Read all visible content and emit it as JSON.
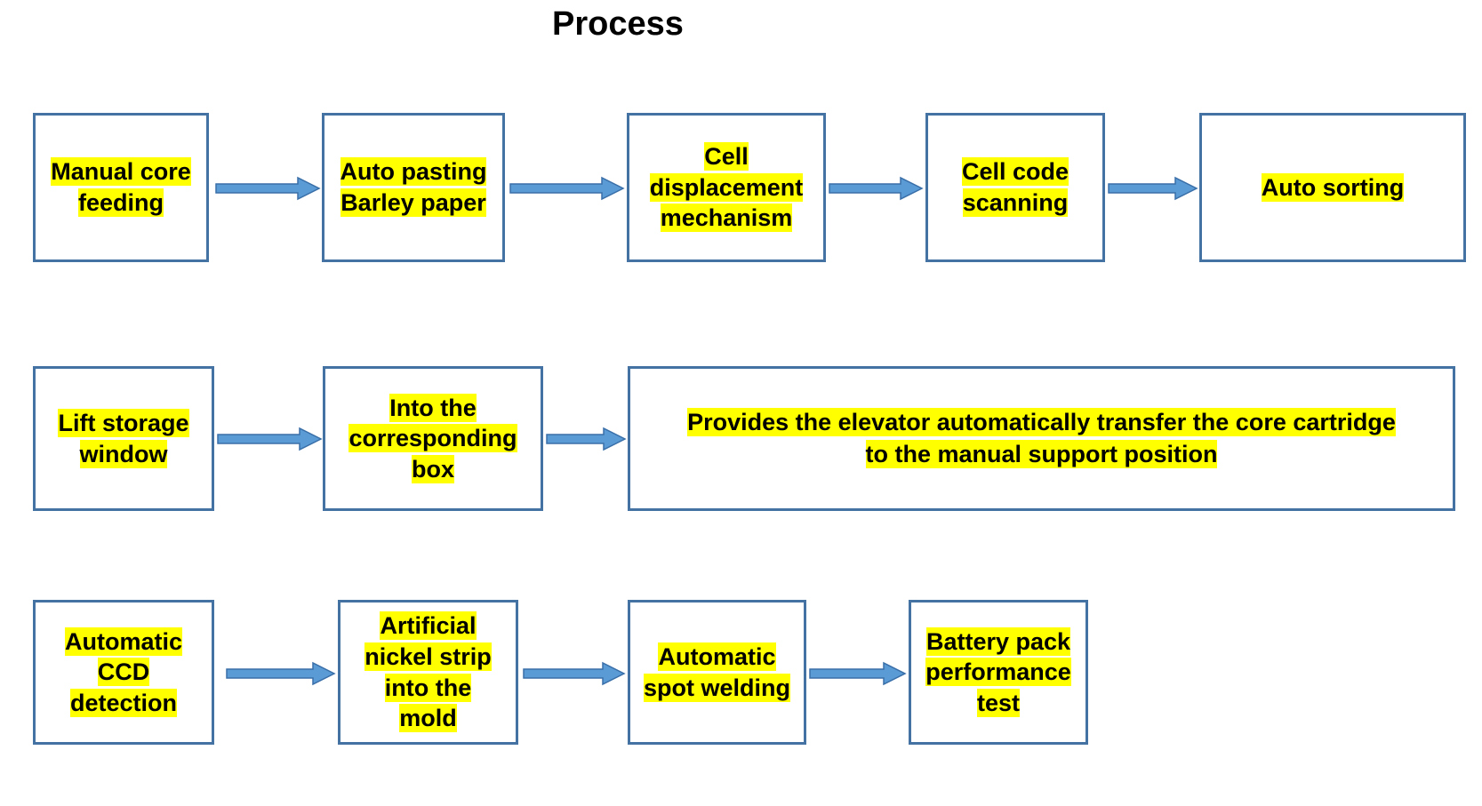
{
  "title": "Process",
  "theme": {
    "box_border": "#4472A3",
    "box_fill": "#FFFFFF",
    "highlight": "#FFFF00",
    "text": "#000000",
    "arrow_fill": "#5B9BD5",
    "arrow_stroke": "#3A6FA8",
    "background": "#FFFFFF"
  },
  "rows": [
    {
      "name": "row-1",
      "nodes": [
        {
          "label": "Manual core\nfeeding"
        },
        {
          "label": "Auto pasting\nBarley paper"
        },
        {
          "label": "Cell\ndisplacement\nmechanism"
        },
        {
          "label": "Cell code\nscanning"
        },
        {
          "label": "Auto sorting"
        }
      ],
      "arrows": [
        "arrow-1",
        "arrow-2",
        "arrow-3",
        "arrow-4"
      ]
    },
    {
      "name": "row-2",
      "nodes": [
        {
          "label": "Lift storage\nwindow"
        },
        {
          "label": "Into the\ncorresponding\nbox"
        },
        {
          "label": "Provides the elevator automatically transfer the core cartridge\nto the manual support position"
        }
      ],
      "arrows": [
        "arrow-5",
        "arrow-6"
      ]
    },
    {
      "name": "row-3",
      "nodes": [
        {
          "label": "Automatic\nCCD\ndetection"
        },
        {
          "label": "Artificial\nnickel strip\ninto the\nmold"
        },
        {
          "label": "Automatic\nspot welding"
        },
        {
          "label": "Battery pack\nperformance\ntest"
        }
      ],
      "arrows": [
        "arrow-7",
        "arrow-8",
        "arrow-9"
      ]
    }
  ]
}
